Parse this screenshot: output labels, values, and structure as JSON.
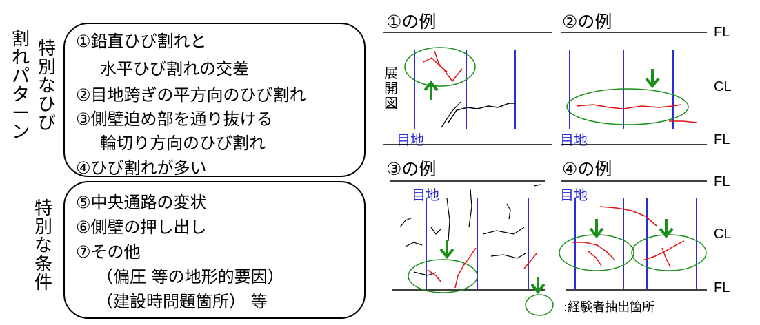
{
  "left": {
    "group1_vertical_a": [
      "割",
      "れ",
      "パ",
      "タ",
      "ー",
      "ン"
    ],
    "group1_vertical_b": [
      "特",
      "別",
      "な",
      "ひ",
      "び"
    ],
    "group1_items": [
      "①鉛直ひび割れと",
      "水平ひび割れの交差",
      "②目地跨ぎの平方向のひび割れ",
      "③側壁迫め部を通り抜ける",
      "輪切り方向のひび割れ",
      "④ひび割れが多い"
    ],
    "group2_vertical": [
      "特",
      "別",
      "な",
      "条",
      "件"
    ],
    "group2_items": [
      "⑤中央通路の変状",
      "⑥側壁の押し出し",
      "⑦その他",
      "（偏圧 等の地形的要因）",
      "（建設時問題箇所） 等"
    ]
  },
  "examples": {
    "ex1_title": "①の例",
    "ex2_title": "②の例",
    "ex3_title": "③の例",
    "ex4_title": "④の例",
    "development_label": "展開図",
    "joint_label": "目地"
  },
  "levels": {
    "fl": "FL",
    "cl": "CL"
  },
  "legend": {
    "label": ":経験者抽出箇所"
  },
  "colors": {
    "crack_red": "#e01010",
    "crack_black": "#000000",
    "joint_blue": "#2b2bd9",
    "highlight_green": "#1a8f1a"
  }
}
